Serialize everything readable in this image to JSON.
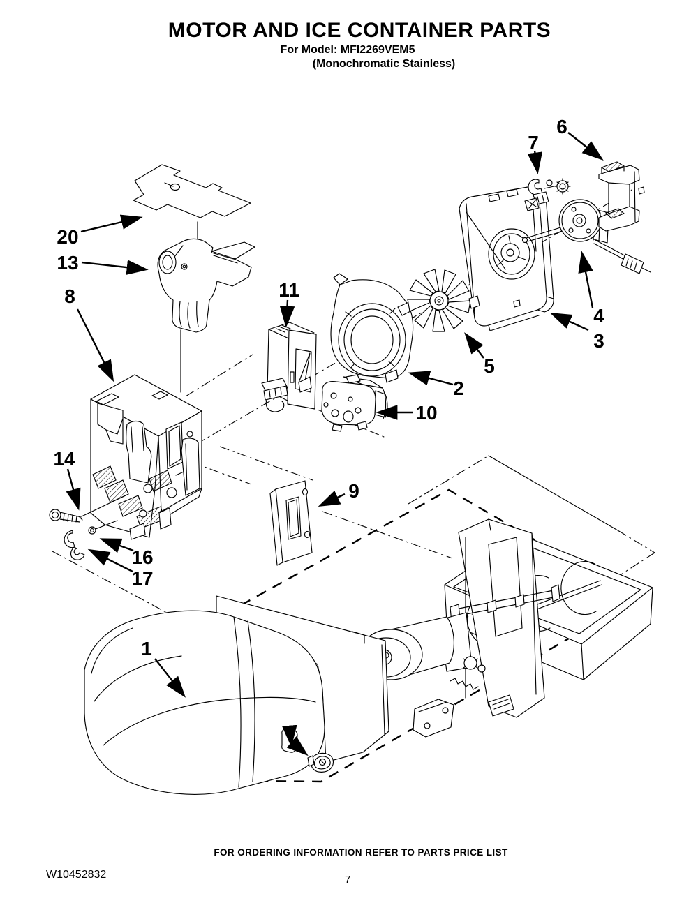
{
  "header": {
    "title": "MOTOR AND ICE CONTAINER PARTS",
    "model_line": "For Model: MFI2269VEM5",
    "finish_line": "(Monochromatic Stainless)"
  },
  "footer": {
    "ordering_note": "FOR ORDERING INFORMATION REFER TO PARTS PRICE LIST",
    "document_number": "W10452832",
    "page_number": "7"
  },
  "diagram": {
    "callouts": {
      "c1": {
        "label": "1"
      },
      "c2": {
        "label": "2"
      },
      "c3": {
        "label": "3"
      },
      "c4": {
        "label": "4"
      },
      "c5": {
        "label": "5"
      },
      "c6": {
        "label": "6"
      },
      "c7": {
        "label": "7"
      },
      "c8": {
        "label": "8"
      },
      "c9": {
        "label": "9"
      },
      "c10": {
        "label": "10"
      },
      "c11": {
        "label": "11"
      },
      "c13": {
        "label": "13"
      },
      "c14": {
        "label": "14"
      },
      "c16": {
        "label": "16"
      },
      "c17": {
        "label": "17"
      },
      "c20": {
        "label": "20"
      }
    }
  }
}
